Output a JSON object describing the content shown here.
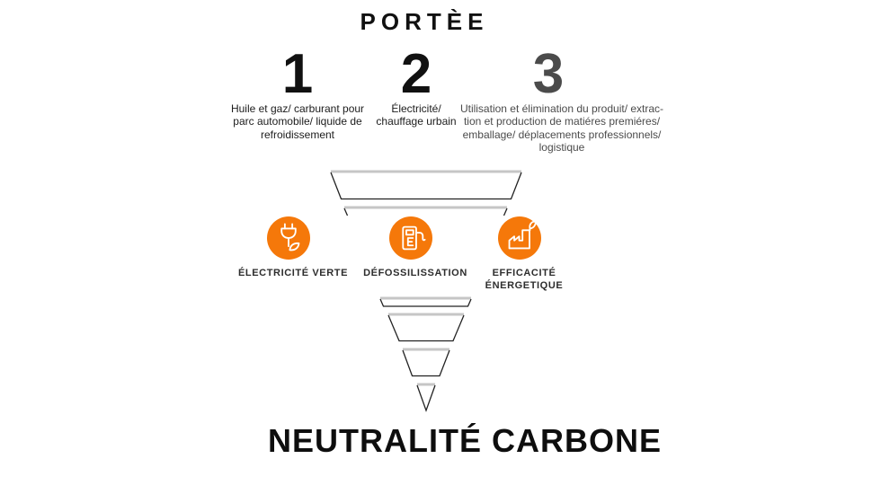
{
  "header": {
    "title": "PORTÈE"
  },
  "scopes": [
    {
      "number": "1",
      "lines": [
        "Huile et gaz/ carburant pour",
        "parc automobile/ liquide de",
        "refroidissement"
      ]
    },
    {
      "number": "2",
      "lines": [
        "Électricité/",
        "chauffage urbain"
      ]
    },
    {
      "number": "3",
      "lines": [
        "Utilisation et élimination du produit/ extrac-",
        "tion et production de matiéres premiéres/",
        "emballage/ déplacements professionnels/",
        "logistique"
      ]
    }
  ],
  "levers": [
    {
      "icon": "plug-leaf-icon",
      "label_line1": "ÉLECTRICITÉ VERTE"
    },
    {
      "icon": "charging-station-icon",
      "label_line1": "DÉFOSSILISSATION"
    },
    {
      "icon": "factory-leaf-icon",
      "label_line1": "EFFICACITÉ",
      "label_line2": "ÉNERGETIQUE"
    }
  ],
  "footer": {
    "title": "NEUTRALITÉ CARBONE"
  },
  "colors": {
    "accent_orange": "#F5780A",
    "funnel_outline": "#222222",
    "funnel_top_edge": "#C6C6C6",
    "scope3_gray": "#4B4B4B",
    "text_black": "#111111"
  }
}
